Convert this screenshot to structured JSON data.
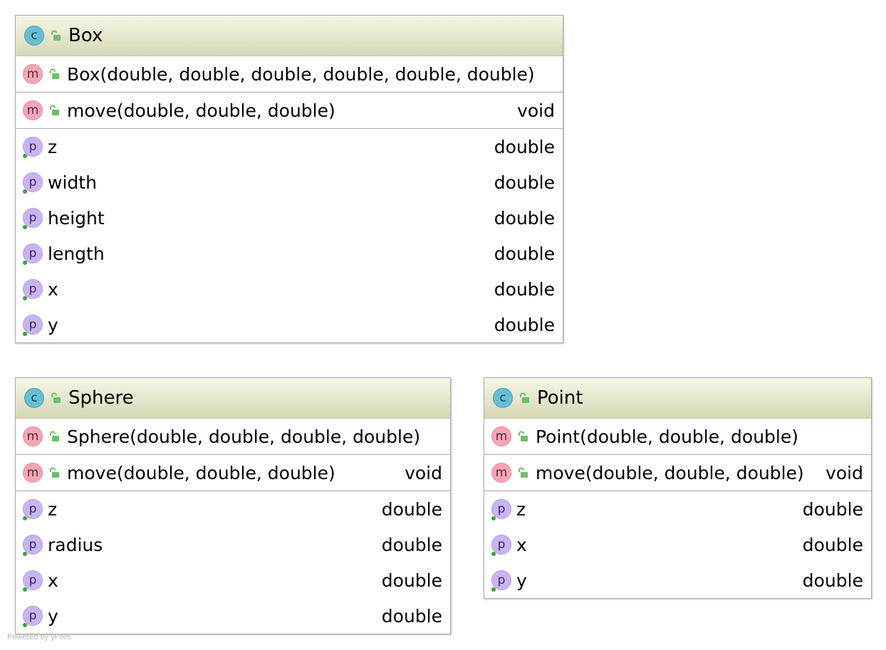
{
  "colors": {
    "header_gradient_top": "#f6f6e8",
    "header_gradient_bottom": "#d7d8b4",
    "class_badge": "#67bed4",
    "method_badge": "#f4a5b5",
    "property_badge": "#c9b4f2",
    "visibility_dot": "#3aa539",
    "lock_icon": "#6dbf6b"
  },
  "classes": {
    "box": {
      "badge": "c",
      "name": "Box",
      "constructor": {
        "badge": "m",
        "name": "Box(double, double, double, double, double, double)"
      },
      "method": {
        "badge": "m",
        "name": "move(double, double, double)",
        "type": "void"
      },
      "props": [
        {
          "badge": "p",
          "name": "z",
          "type": "double"
        },
        {
          "badge": "p",
          "name": "width",
          "type": "double"
        },
        {
          "badge": "p",
          "name": "height",
          "type": "double"
        },
        {
          "badge": "p",
          "name": "length",
          "type": "double"
        },
        {
          "badge": "p",
          "name": "x",
          "type": "double"
        },
        {
          "badge": "p",
          "name": "y",
          "type": "double"
        }
      ]
    },
    "sphere": {
      "badge": "c",
      "name": "Sphere",
      "constructor": {
        "badge": "m",
        "name": "Sphere(double, double, double, double)"
      },
      "method": {
        "badge": "m",
        "name": "move(double, double, double)",
        "type": "void"
      },
      "props": [
        {
          "badge": "p",
          "name": "z",
          "type": "double"
        },
        {
          "badge": "p",
          "name": "radius",
          "type": "double"
        },
        {
          "badge": "p",
          "name": "x",
          "type": "double"
        },
        {
          "badge": "p",
          "name": "y",
          "type": "double"
        }
      ]
    },
    "point": {
      "badge": "c",
      "name": "Point",
      "constructor": {
        "badge": "m",
        "name": "Point(double, double, double)"
      },
      "method": {
        "badge": "m",
        "name": "move(double, double, double)",
        "type": "void"
      },
      "props": [
        {
          "badge": "p",
          "name": "z",
          "type": "double"
        },
        {
          "badge": "p",
          "name": "x",
          "type": "double"
        },
        {
          "badge": "p",
          "name": "y",
          "type": "double"
        }
      ]
    }
  },
  "footer": "Powered by yFiles"
}
